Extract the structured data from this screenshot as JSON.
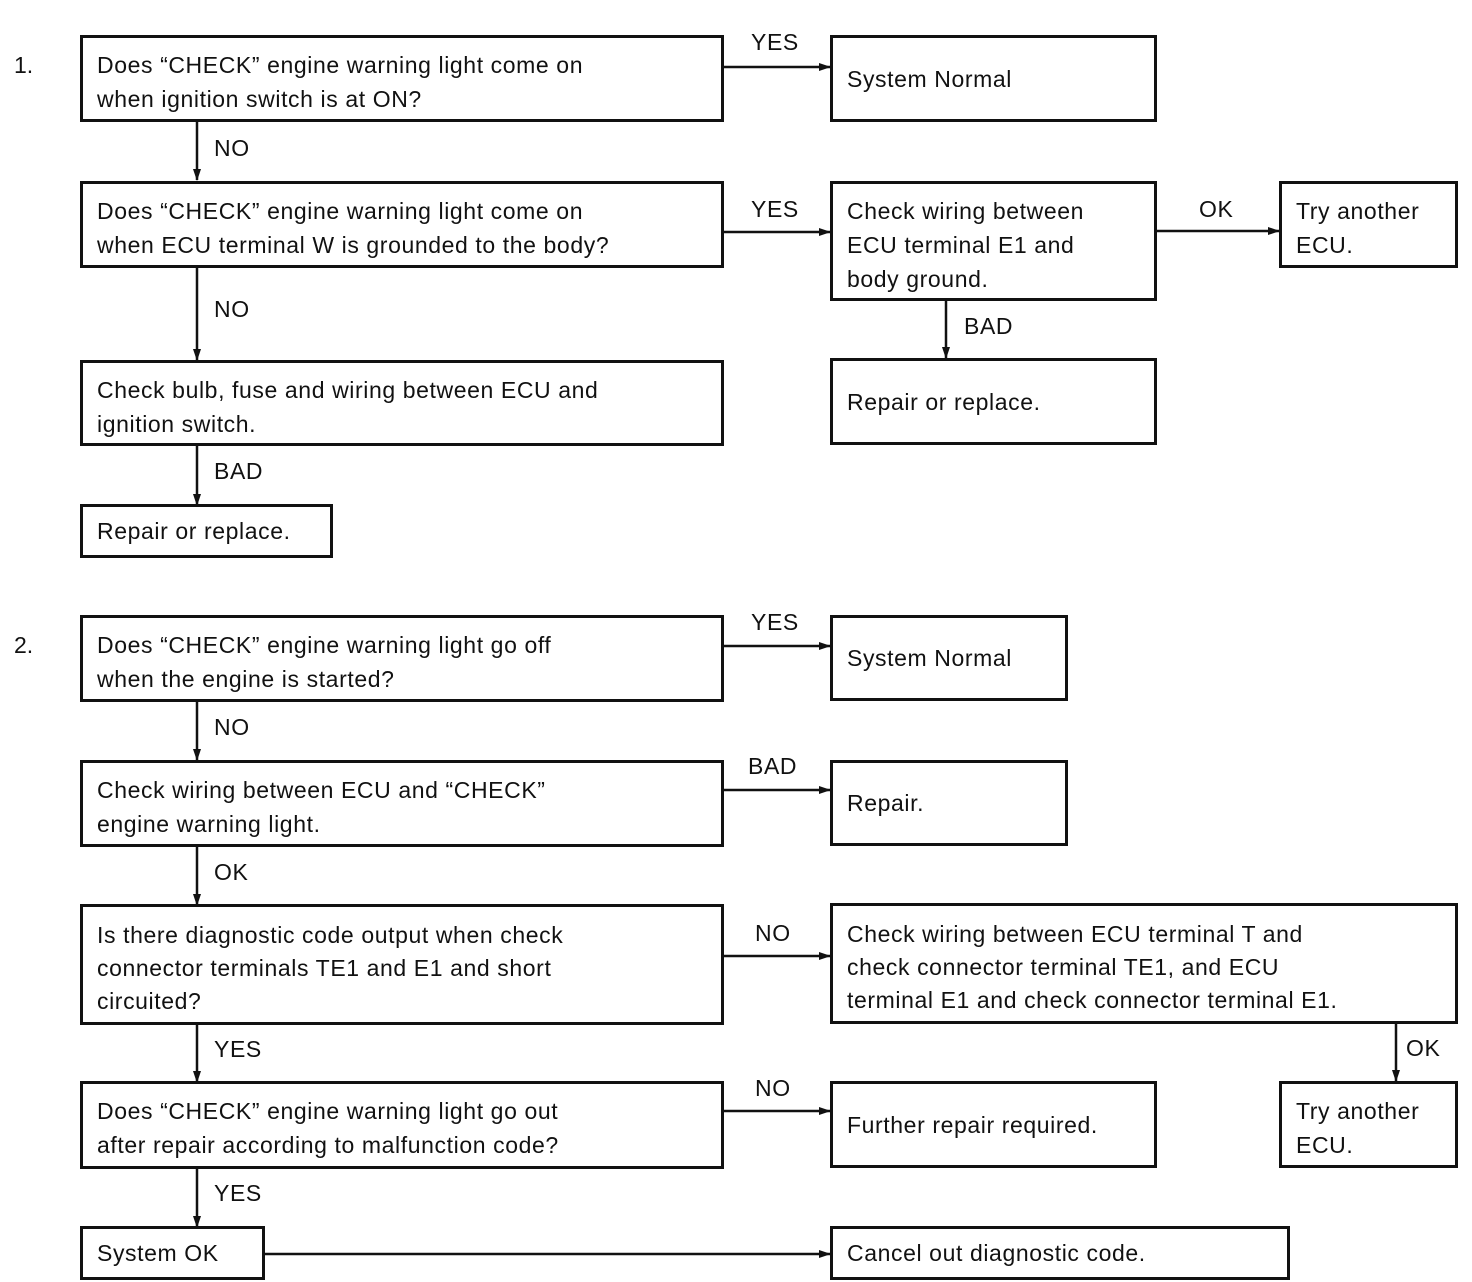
{
  "section1": {
    "number": "1.",
    "q_light_on": "Does “CHECK” engine warning light come on\nwhen ignition switch is at ON?",
    "q_w_grounded": "Does “CHECK” engine warning light come on\nwhen ECU terminal W is grounded to the body?",
    "check_bulb": "Check bulb, fuse and wiring between ECU and\nignition switch.",
    "repair_left": "Repair or replace.",
    "system_normal": "System Normal",
    "check_e1": "Check wiring between\nECU terminal E1 and\nbody ground.",
    "try_ecu": "Try another\nECU.",
    "repair_right": "Repair or replace.",
    "labels": {
      "yes_1": "YES",
      "no_1": "NO",
      "yes_2": "YES",
      "ok_1": "OK",
      "no_2": "NO",
      "bad_1": "BAD",
      "bad_2": "BAD"
    }
  },
  "section2": {
    "number": "2.",
    "q_goes_off": "Does “CHECK” engine warning light go off\nwhen the engine is started?",
    "system_normal": "System Normal",
    "check_wiring_light": "Check wiring between ECU and “CHECK”\nengine warning light.",
    "repair": "Repair.",
    "q_diag_output": "Is there diagnostic code output when check\nconnector terminals TE1 and E1 and short\ncircuited?",
    "check_t_te1": "Check wiring between ECU terminal T and\ncheck connector terminal TE1, and ECU\nterminal E1 and check connector terminal E1.",
    "q_goes_out": "Does “CHECK” engine warning light go out\nafter repair according to malfunction code?",
    "further_repair": "Further repair required.",
    "try_ecu": "Try another\nECU.",
    "system_ok": "System OK",
    "cancel_code": "Cancel out diagnostic code.",
    "labels": {
      "yes_1": "YES",
      "no_1": "NO",
      "bad_1": "BAD",
      "ok_1": "OK",
      "no_2": "NO",
      "yes_2": "YES",
      "ok_2": "OK",
      "no_3": "NO",
      "yes_3": "YES"
    }
  }
}
